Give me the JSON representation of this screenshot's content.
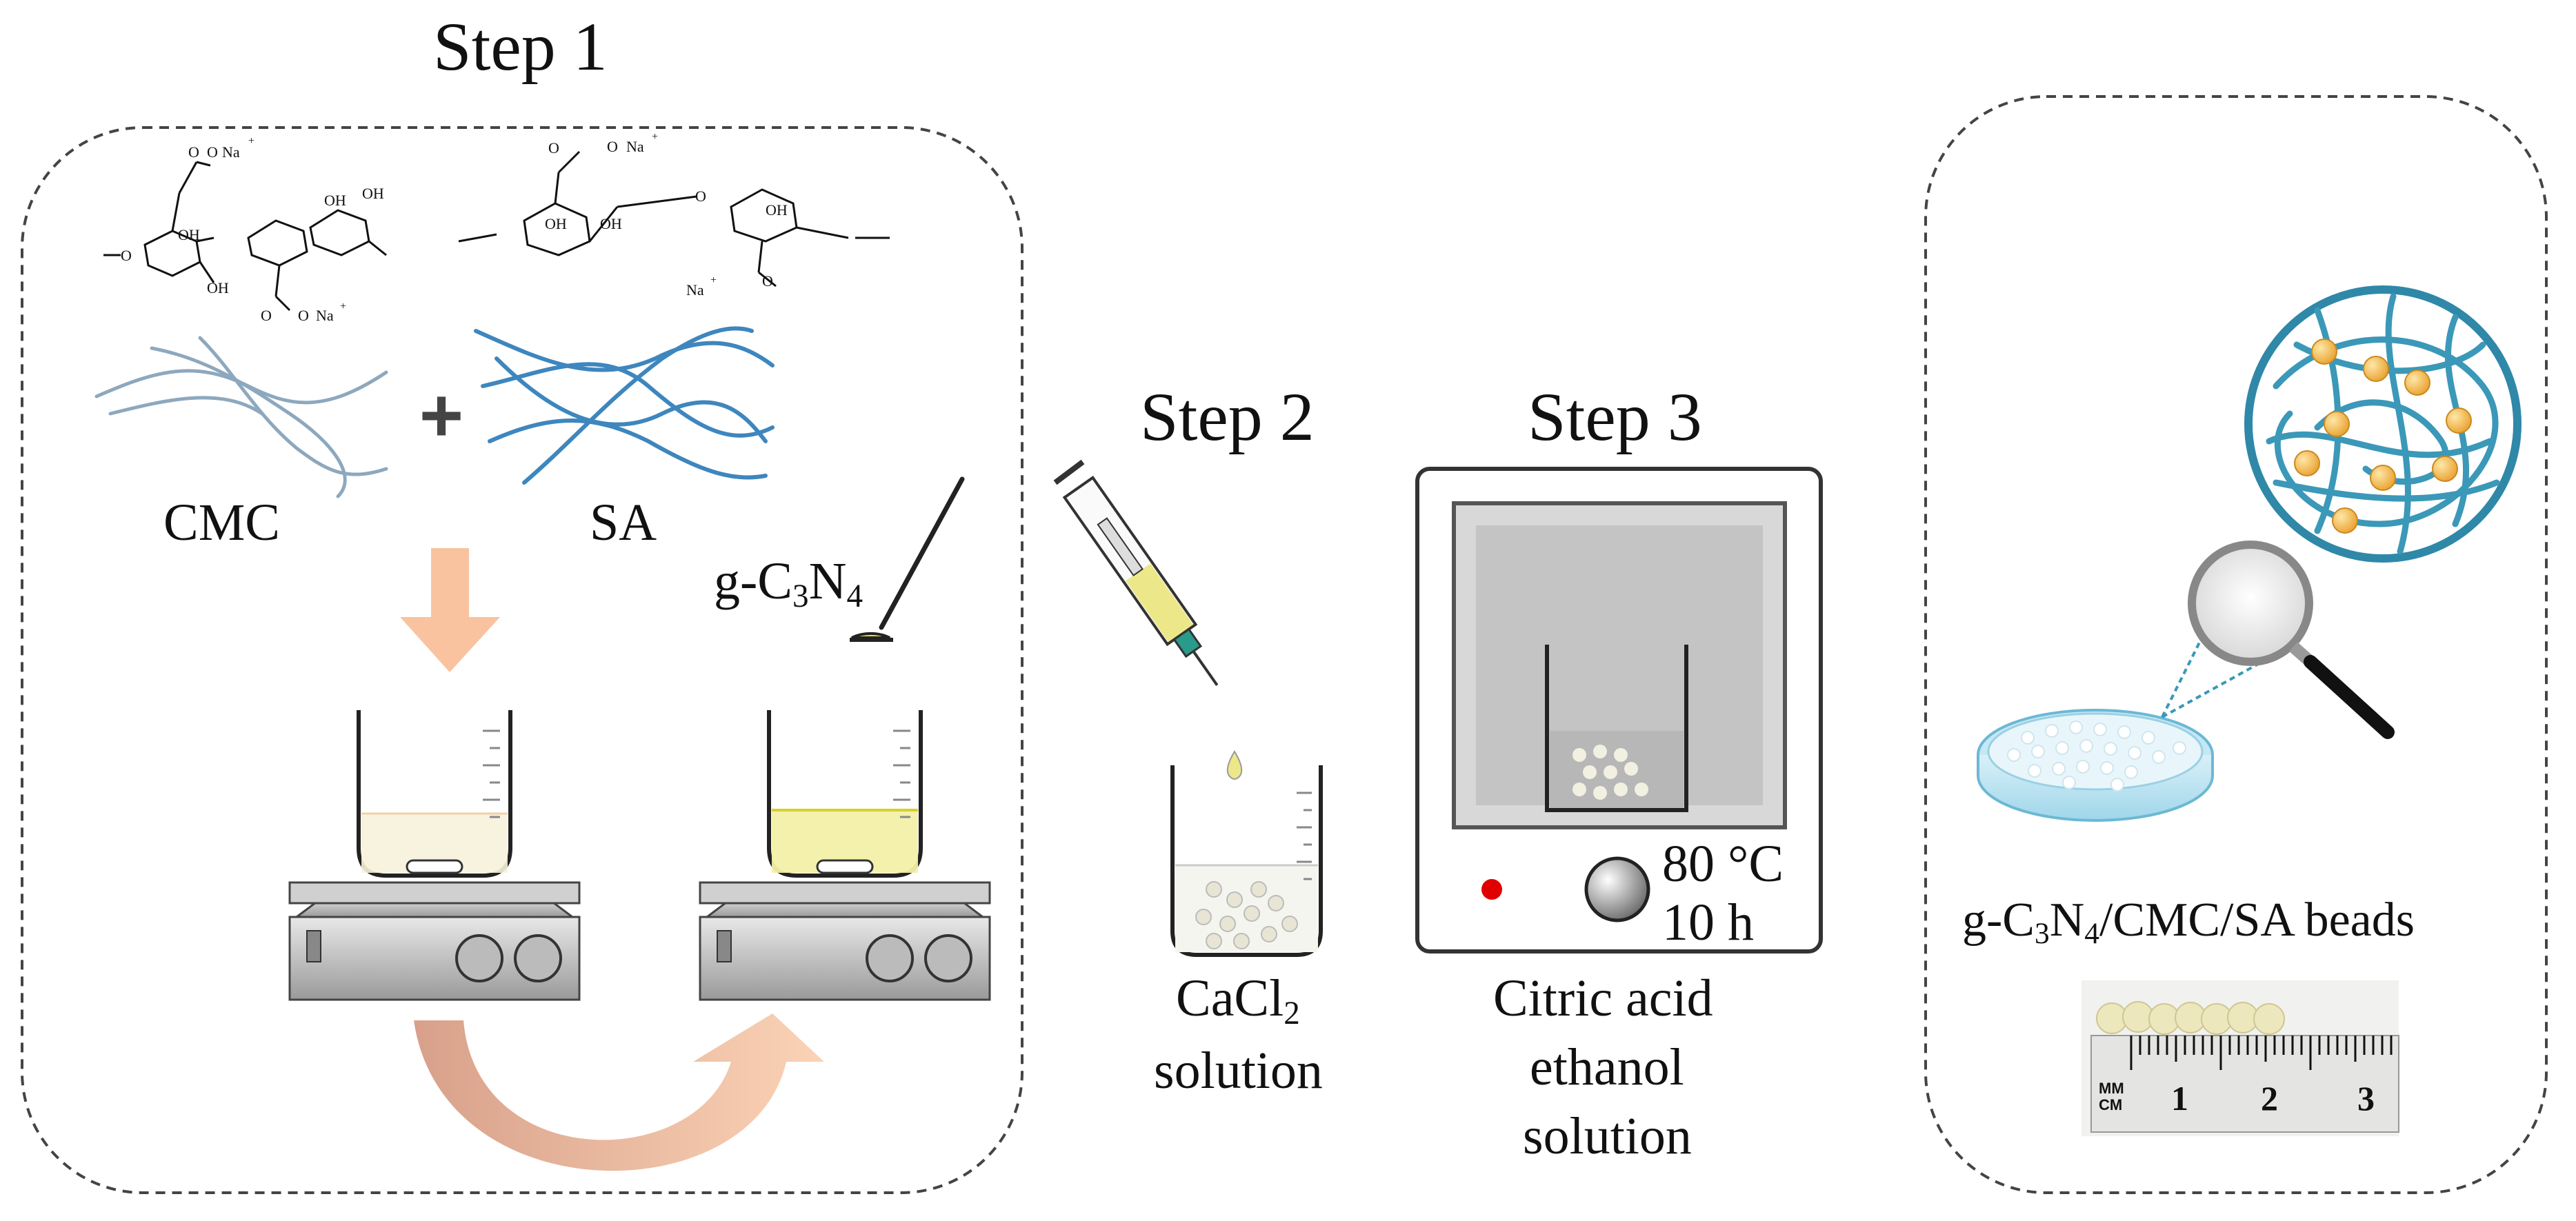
{
  "step1": {
    "title": "Step 1",
    "cmc_label": "CMC",
    "sa_label": "SA",
    "gcn_label": {
      "main": "g-C",
      "sub1": "3",
      "mid": "N",
      "sub2": "4"
    }
  },
  "step2": {
    "title": "Step 2",
    "solution_label": {
      "main": "CaCl",
      "sub": "2",
      "line2": "solution"
    }
  },
  "step3": {
    "title": "Step 3",
    "temperature": "80 °C",
    "time": "10 h",
    "solution_label": {
      "line1": "Citric acid",
      "line2": "ethanol",
      "line3": "solution"
    }
  },
  "product": {
    "label": {
      "a": "g-C",
      "sub1": "3",
      "b": "N",
      "sub2": "4",
      "c": "/CMC/SA beads"
    },
    "ruler": {
      "unit_top": "MM",
      "unit_bottom": "CM",
      "marks": [
        "1",
        "2",
        "3"
      ]
    }
  },
  "chem_structure": {
    "cmc_atoms": [
      "O",
      "O",
      "Na",
      "+",
      "OH",
      "OH",
      "OH",
      "OH",
      "O",
      "O",
      "O",
      "Na",
      "+"
    ],
    "sa_atoms": [
      "O",
      "O",
      "Na",
      "+",
      "OH",
      "OH",
      "OH",
      "O",
      "O",
      "Na",
      "+"
    ]
  },
  "colors": {
    "outline_dashed": "#444444",
    "arrow_down": "#f9c39f",
    "arrow_curve_start": "#d8a08a",
    "arrow_curve_end": "#fbd3b6",
    "fiber_cmc": "#7a9ab3",
    "fiber_sa": "#2a7ab8",
    "gcn_yellow": "#e6df3a",
    "network_blue": "#3b98b8",
    "bead_orange": "#f2b24a",
    "red_dot": "#e00000"
  }
}
